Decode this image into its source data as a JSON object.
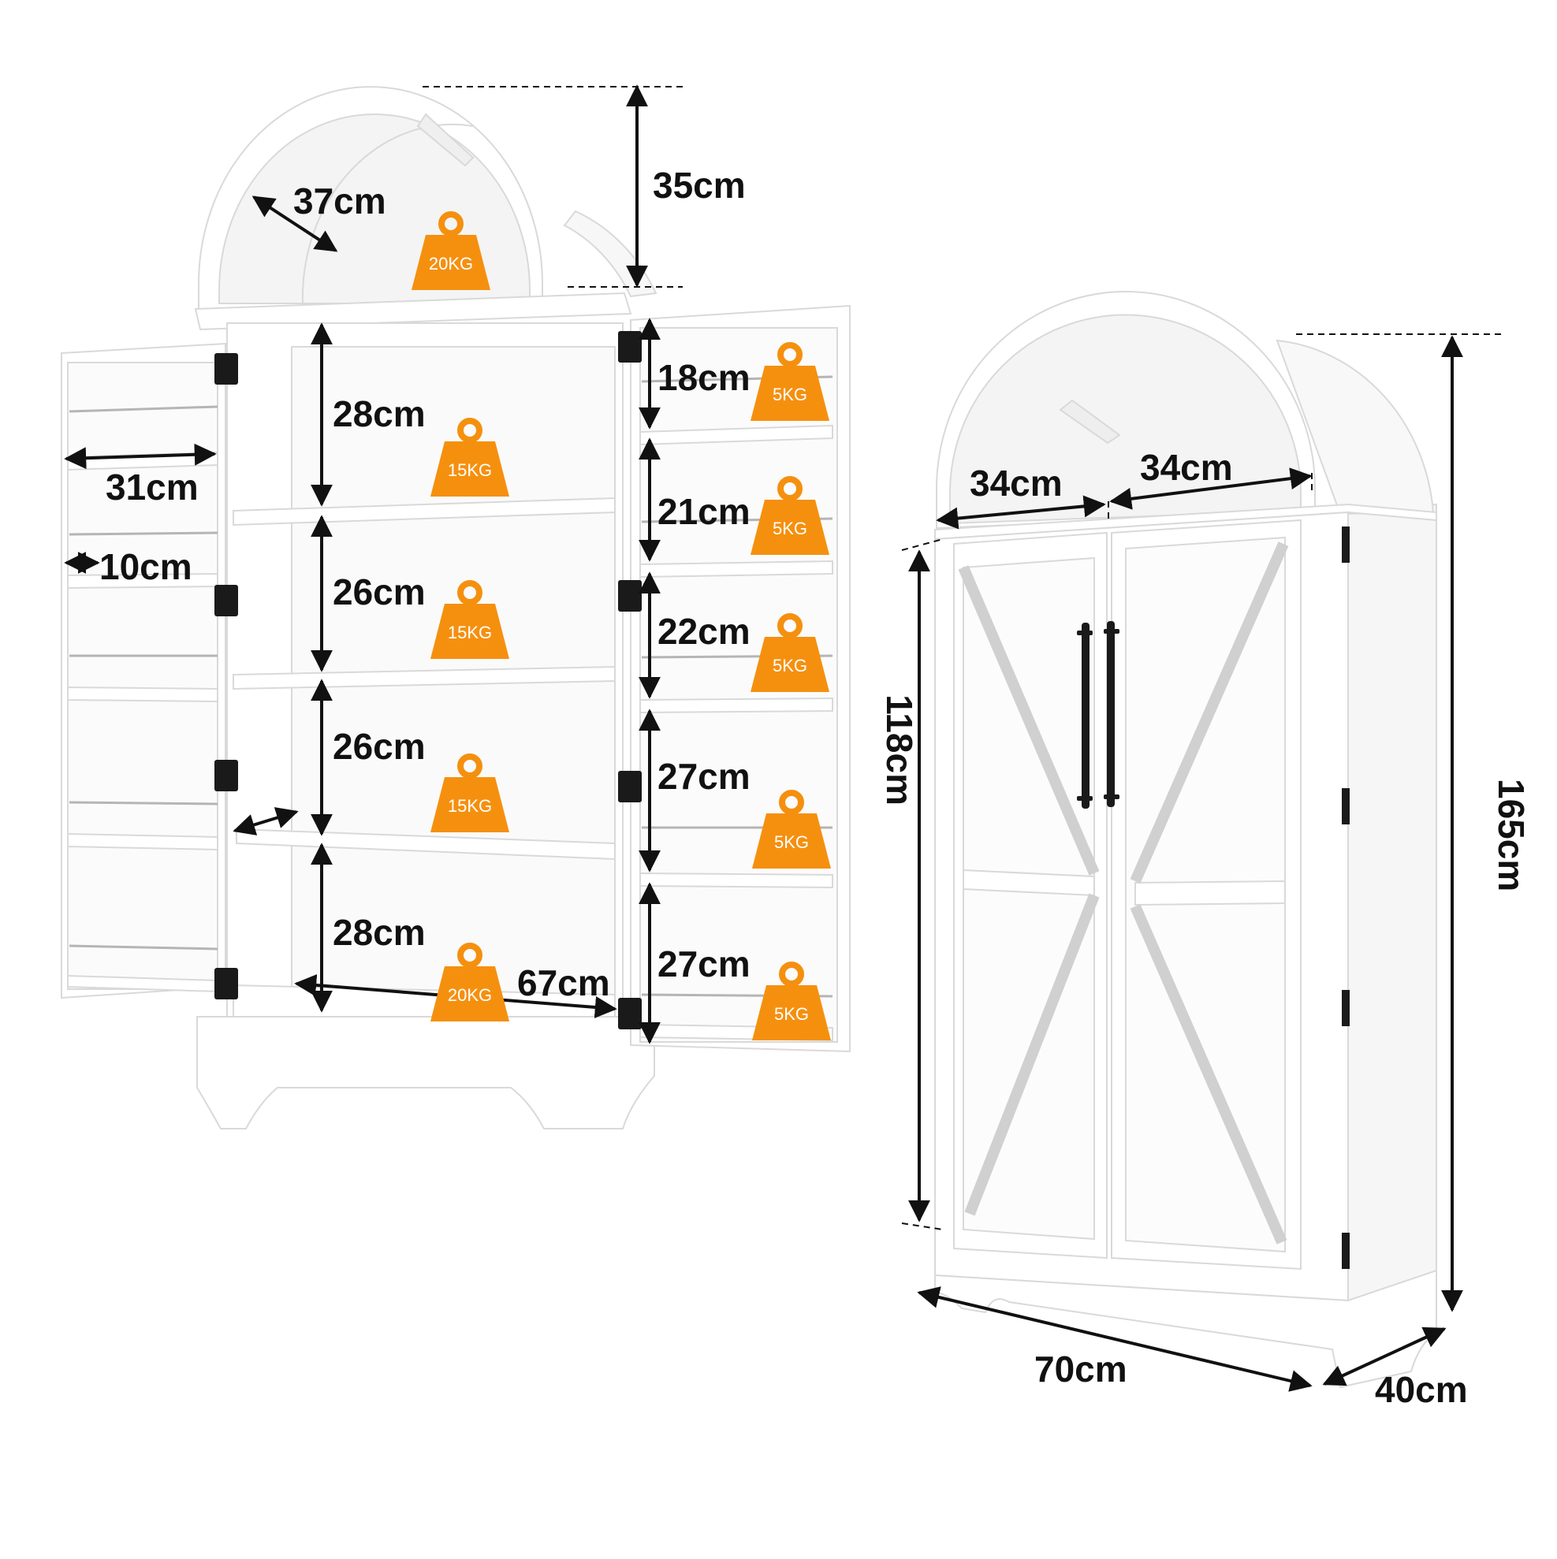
{
  "colors": {
    "accent": "#F5900F",
    "outline": "#d8d8d8",
    "handle": "#1a1a1a",
    "text": "#111111"
  },
  "open_view": {
    "dimensions": {
      "arch_depth": "37cm",
      "arch_height": "35cm",
      "door_width": "31cm",
      "door_shelf_depth": "10cm",
      "shelf_1": "28cm",
      "shelf_2": "26cm",
      "shelf_3": "26cm",
      "shelf_4": "28cm",
      "inner_width": "67cm",
      "door_shelf_1": "18cm",
      "door_shelf_2": "21cm",
      "door_shelf_3": "22cm",
      "door_shelf_4": "27cm",
      "door_shelf_5": "27cm"
    },
    "weights": {
      "arch": "20KG",
      "shelf_1": "15KG",
      "shelf_2": "15KG",
      "shelf_3": "15KG",
      "bottom": "20KG",
      "door_1": "5KG",
      "door_2": "5KG",
      "door_3": "5KG",
      "door_4": "5KG",
      "door_5": "5KG"
    }
  },
  "closed_view": {
    "dimensions": {
      "arch_left": "34cm",
      "arch_right": "34cm",
      "door_height": "118cm",
      "total_height": "165cm",
      "width": "70cm",
      "depth": "40cm"
    }
  }
}
